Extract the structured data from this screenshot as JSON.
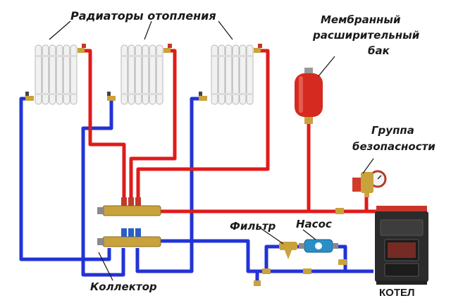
{
  "labels": {
    "radiators": "Радиаторы отопления",
    "tank_line1": "Мембранный",
    "tank_line2": "расширительный",
    "tank_line3": "бак",
    "safety_line1": "Группа",
    "safety_line2": "безопасности",
    "filter": "Фильтр",
    "pump": "Насос",
    "collector": "Коллектор",
    "boiler": "КОТЕЛ"
  },
  "colors": {
    "supply_pipe": "#e01b1b",
    "return_pipe": "#2233d6",
    "expansion_tank": "#d42a1f",
    "boiler_body": "#2b2b2b",
    "boiler_top": "#c8352b",
    "pump_body": "#2a8fc7",
    "brass": "#c9a23c"
  },
  "icons": {
    "radiator": "radiator-icon",
    "expansion_tank": "expansion-tank-icon",
    "safety_group": "safety-group-icon",
    "filter": "filter-icon",
    "pump": "pump-icon",
    "collector": "collector-manifold-icon",
    "boiler": "boiler-icon",
    "valve": "valve-icon"
  }
}
